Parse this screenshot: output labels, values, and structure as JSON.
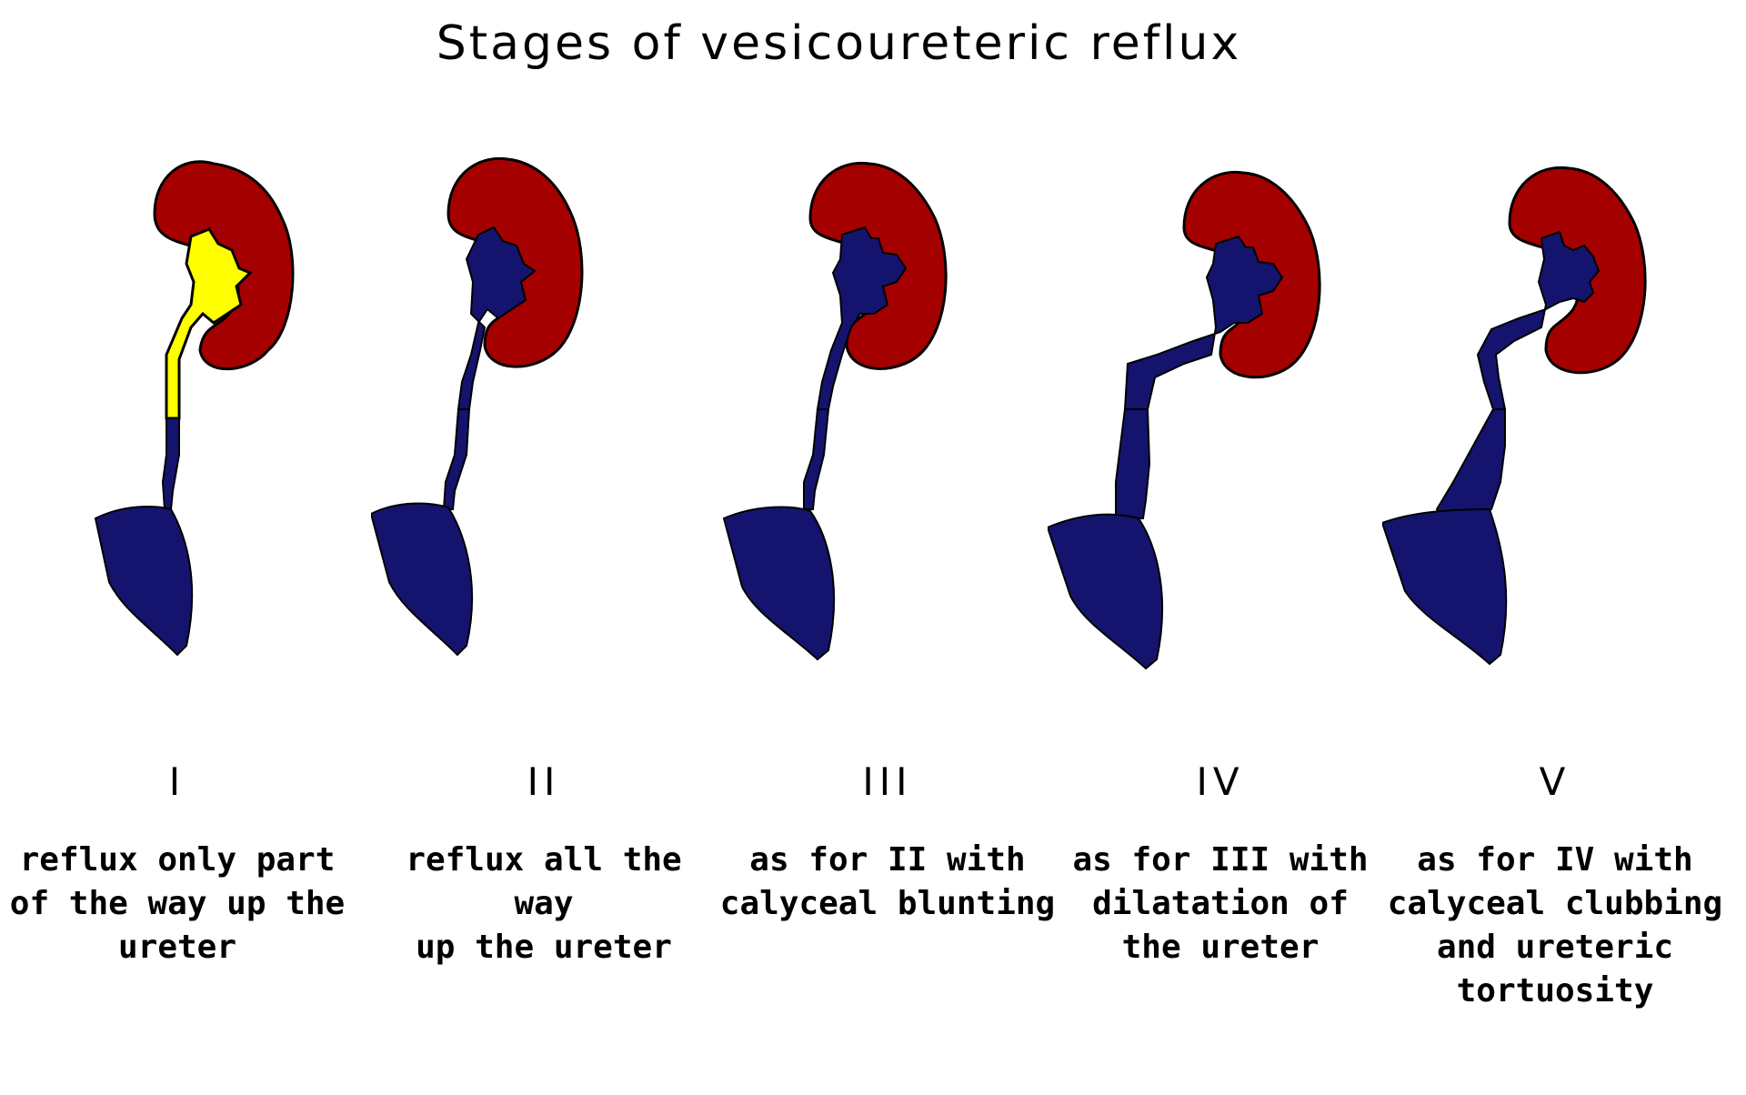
{
  "title": "Stages of vesicoureteric reflux",
  "colors": {
    "kidney": "#a50000",
    "reflux": "#14146e",
    "partial_reflux": "#ffff00",
    "outline": "#000000",
    "background": "#ffffff"
  },
  "stages": [
    {
      "numeral": "I",
      "description": "reflux only part\nof the way up the\nureter",
      "reflux_extent": "partial"
    },
    {
      "numeral": "II",
      "description": "reflux all the way\nup the ureter",
      "reflux_extent": "full"
    },
    {
      "numeral": "III",
      "description": "as for II with\ncalyceal blunting",
      "reflux_extent": "full"
    },
    {
      "numeral": "IV",
      "description": "as for III with\ndilatation of\nthe ureter",
      "reflux_extent": "full"
    },
    {
      "numeral": "V",
      "description": "as for IV with\ncalyceal clubbing\nand ureteric\ntortuosity",
      "reflux_extent": "full"
    }
  ]
}
